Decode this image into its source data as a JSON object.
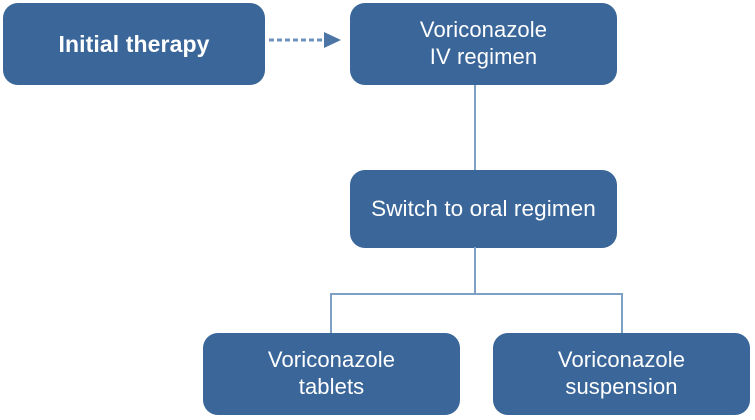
{
  "diagram": {
    "type": "flowchart",
    "background_color": "#ffffff",
    "node_fill_color": "#3A6699",
    "node_text_color": "#ffffff",
    "connector_color": "#7EA0C4",
    "nodes": [
      {
        "id": "initial",
        "label": "Initial therapy",
        "bold": true
      },
      {
        "id": "iv",
        "label": "Voriconazole\nIV regimen",
        "bold": false
      },
      {
        "id": "switch",
        "label": "Switch to oral regimen",
        "bold": false
      },
      {
        "id": "tablets",
        "label": "Voriconazole\ntablets",
        "bold": false
      },
      {
        "id": "suspension",
        "label": "Voriconazole\nsuspension",
        "bold": false
      }
    ],
    "edges": [
      {
        "from": "initial",
        "to": "iv",
        "style": "dashed",
        "arrowhead": true
      },
      {
        "from": "iv",
        "to": "switch",
        "style": "solid",
        "arrowhead": false
      },
      {
        "from": "switch",
        "to": "tablets",
        "style": "solid",
        "arrowhead": false
      },
      {
        "from": "switch",
        "to": "suspension",
        "style": "solid",
        "arrowhead": false
      }
    ]
  }
}
